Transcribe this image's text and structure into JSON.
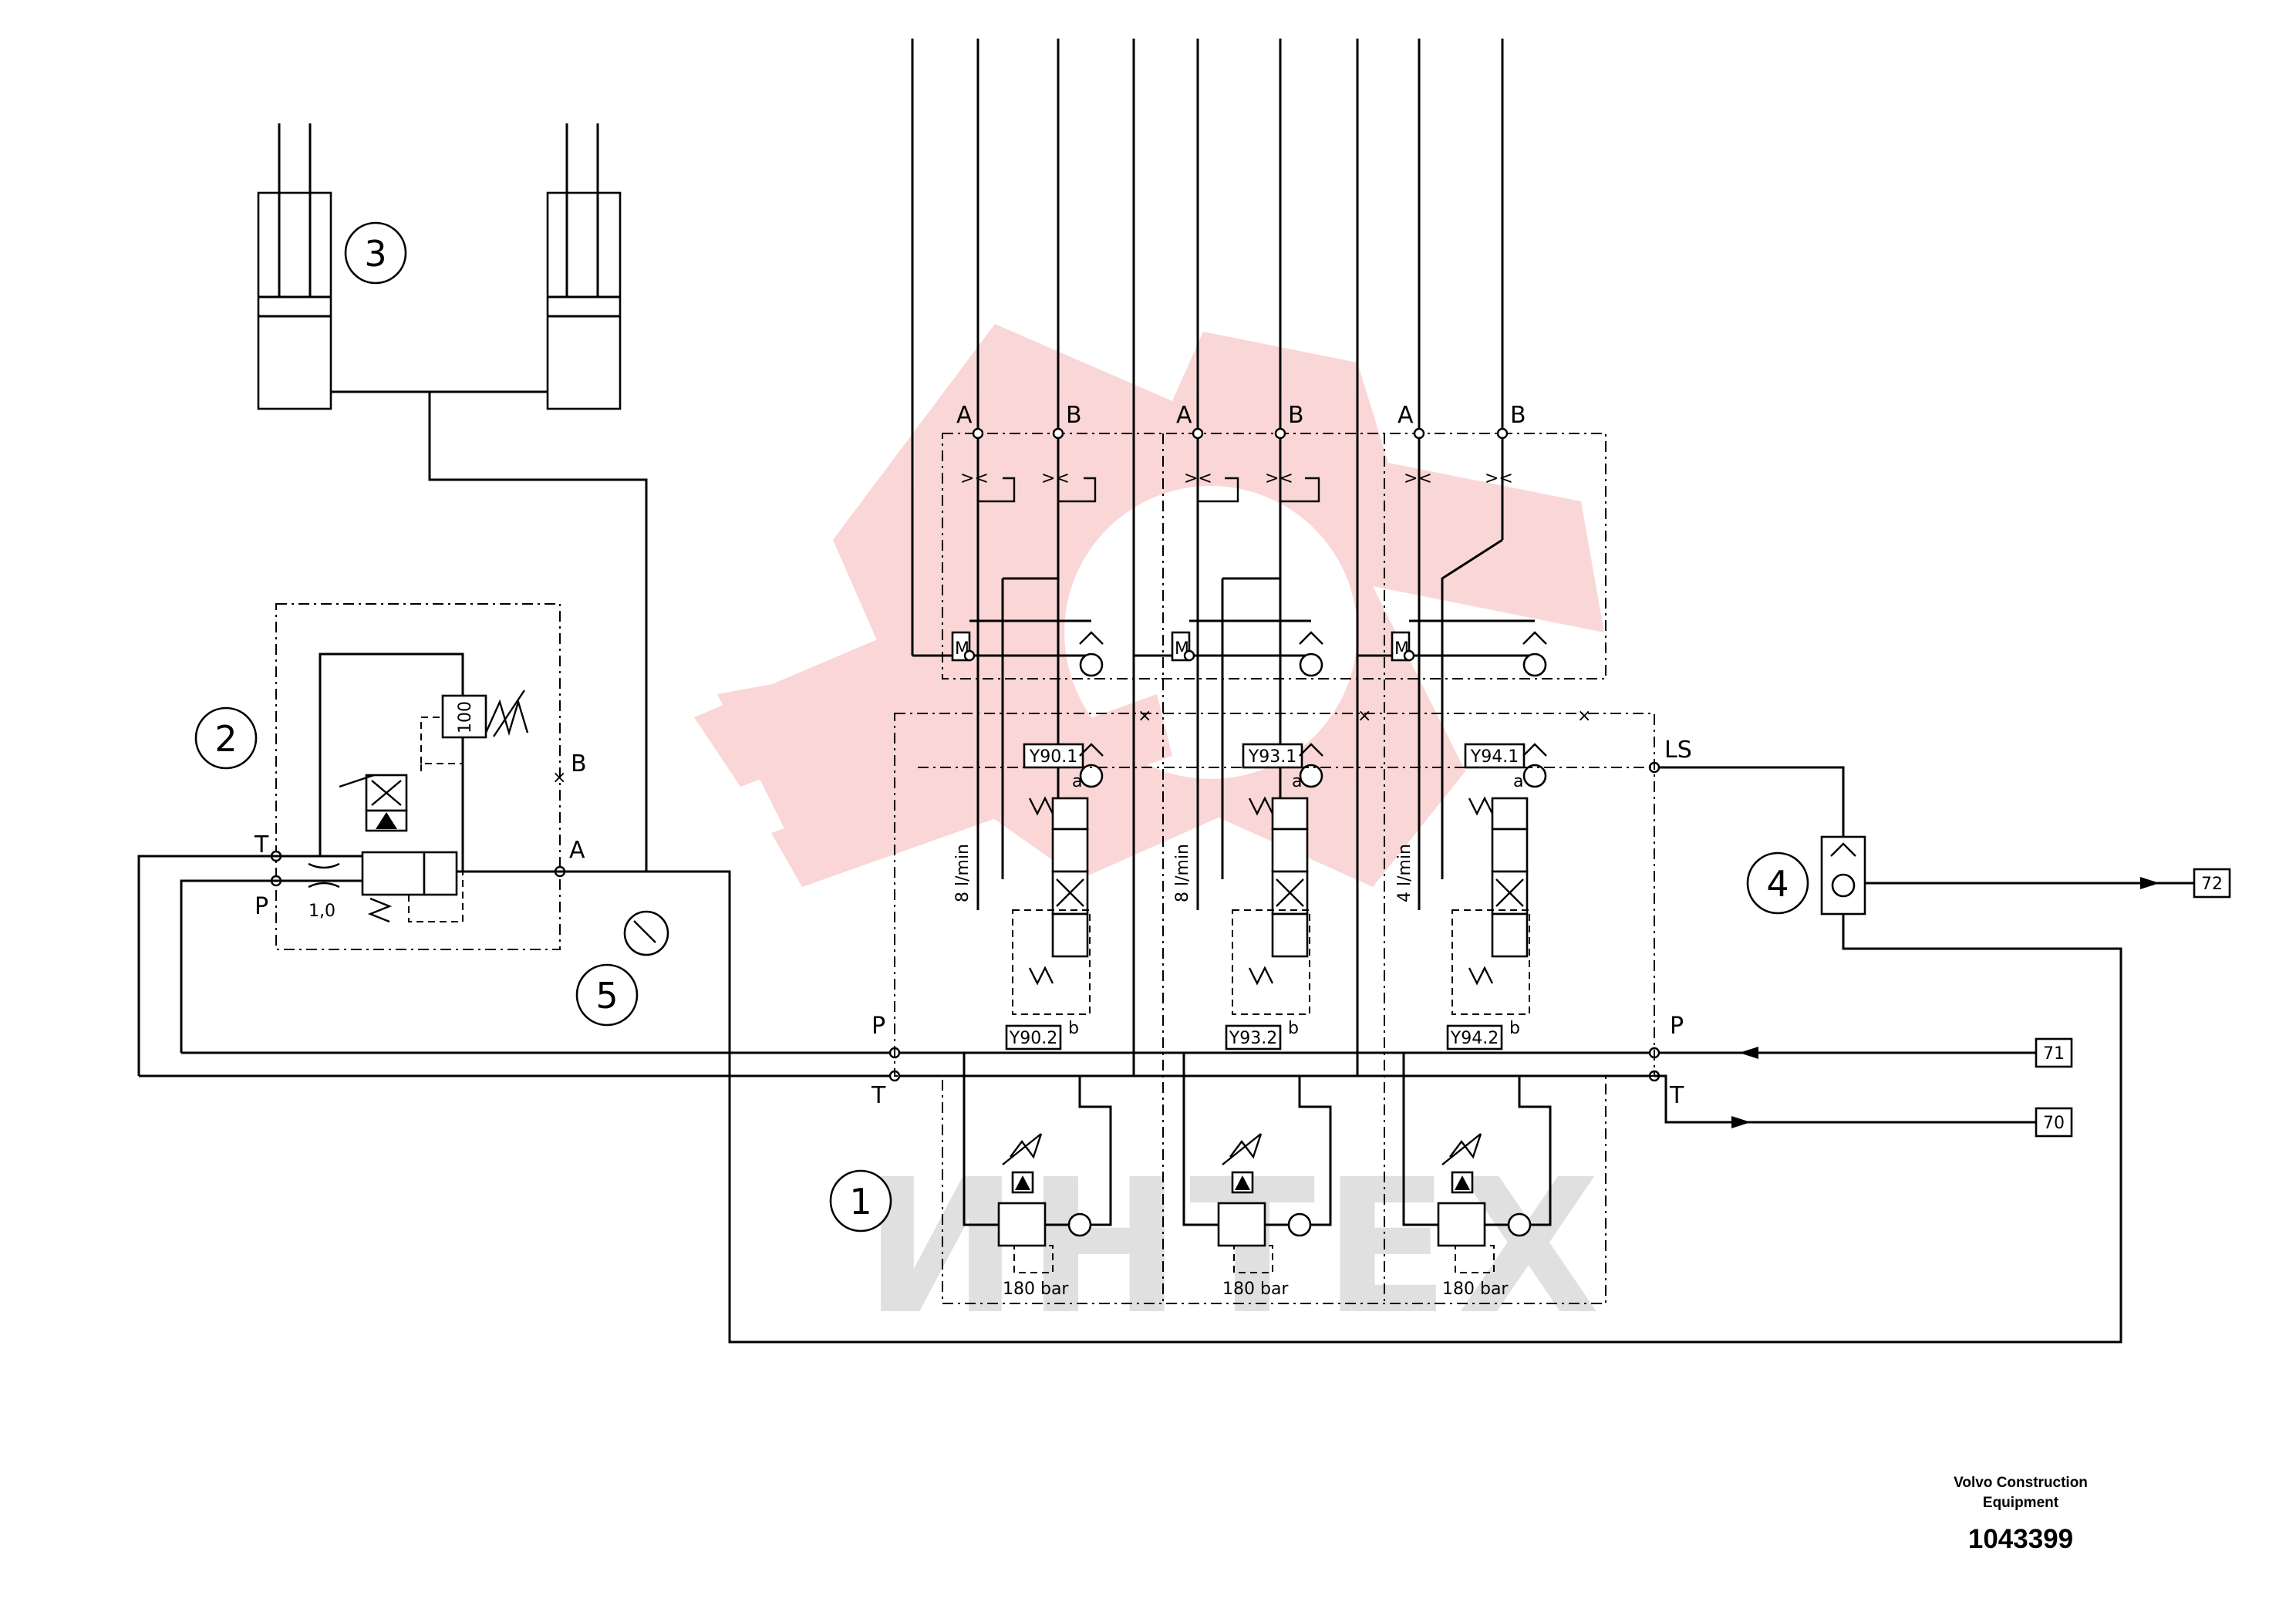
{
  "components": {
    "c1": "1",
    "c2": "2",
    "c3": "3",
    "c4": "4",
    "c5": "5"
  },
  "ports": {
    "a": "A",
    "b": "B",
    "p": "P",
    "t": "T",
    "ls": "LS"
  },
  "solenoids": {
    "y90_1": "Y90.1",
    "y90_2": "Y90.2",
    "y93_1": "Y93.1",
    "y93_2": "Y93.2",
    "y94_1": "Y94.1",
    "y94_2": "Y94.2"
  },
  "flows": {
    "f1": "8 l/min",
    "f2": "8 l/min",
    "f3": "4 l/min"
  },
  "pressure": "180 bar",
  "orifice": "1,0",
  "reducer_setting": "100",
  "spool_a": "a",
  "spool_b": "b",
  "connections": {
    "c70": "70",
    "c71": "71",
    "c72": "72"
  },
  "watermark_text": "ИНТЕХ",
  "footer": {
    "company_line1": "Volvo Construction",
    "company_line2": "Equipment",
    "code": "1043399"
  },
  "colors": {
    "line": "#000000",
    "watermark_red": "#f5a3a3",
    "watermark_gray": "#c8c8c8"
  }
}
